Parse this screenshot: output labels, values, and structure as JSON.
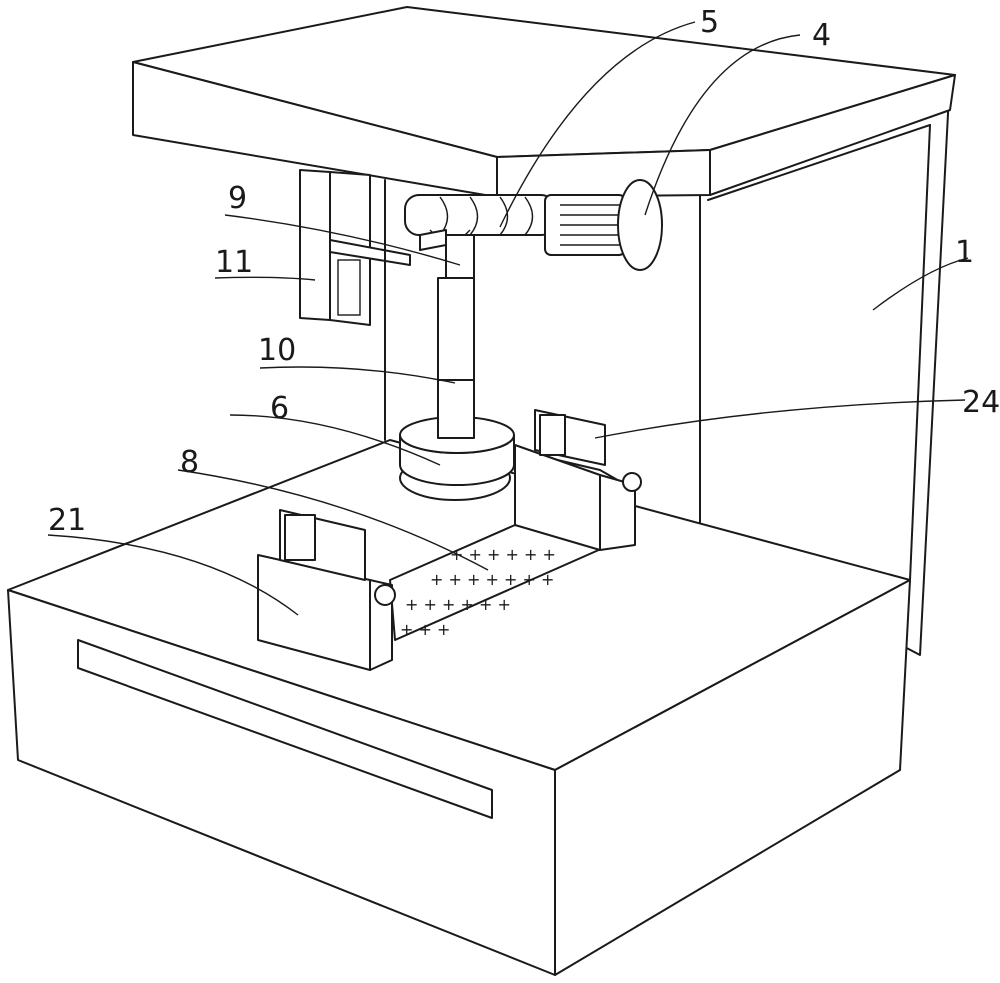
{
  "figure": {
    "type": "patent-drawing",
    "line_color": "#1a1a1a",
    "background": "#ffffff",
    "reference_labels": [
      {
        "id": "1",
        "text": "1"
      },
      {
        "id": "4",
        "text": "4"
      },
      {
        "id": "5",
        "text": "5"
      },
      {
        "id": "6",
        "text": "6"
      },
      {
        "id": "8",
        "text": "8"
      },
      {
        "id": "9",
        "text": "9"
      },
      {
        "id": "10",
        "text": "10"
      },
      {
        "id": "11",
        "text": "11"
      },
      {
        "id": "21",
        "text": "21"
      },
      {
        "id": "24",
        "text": "24"
      }
    ]
  }
}
